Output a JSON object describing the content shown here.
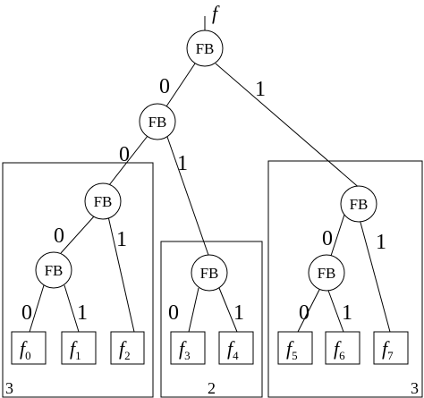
{
  "root_label": "f",
  "node_label": "FB",
  "edge_labels": {
    "n1_left": "0",
    "n1_right": "1",
    "n2_left": "0",
    "n2_right": "1",
    "n3_left": "0",
    "n3_right": "1",
    "n4_left": "0",
    "n4_right": "1",
    "n5_left": "0",
    "n5_right": "1",
    "n6_left": "0",
    "n6_right": "1",
    "n7_left": "0",
    "n7_right": "1"
  },
  "leaves": [
    {
      "base": "f",
      "sub": "0"
    },
    {
      "base": "f",
      "sub": "1"
    },
    {
      "base": "f",
      "sub": "2"
    },
    {
      "base": "f",
      "sub": "3"
    },
    {
      "base": "f",
      "sub": "4"
    },
    {
      "base": "f",
      "sub": "5"
    },
    {
      "base": "f",
      "sub": "6"
    },
    {
      "base": "f",
      "sub": "7"
    }
  ],
  "groups": [
    {
      "label": "3"
    },
    {
      "label": "2"
    },
    {
      "label": "3"
    }
  ]
}
